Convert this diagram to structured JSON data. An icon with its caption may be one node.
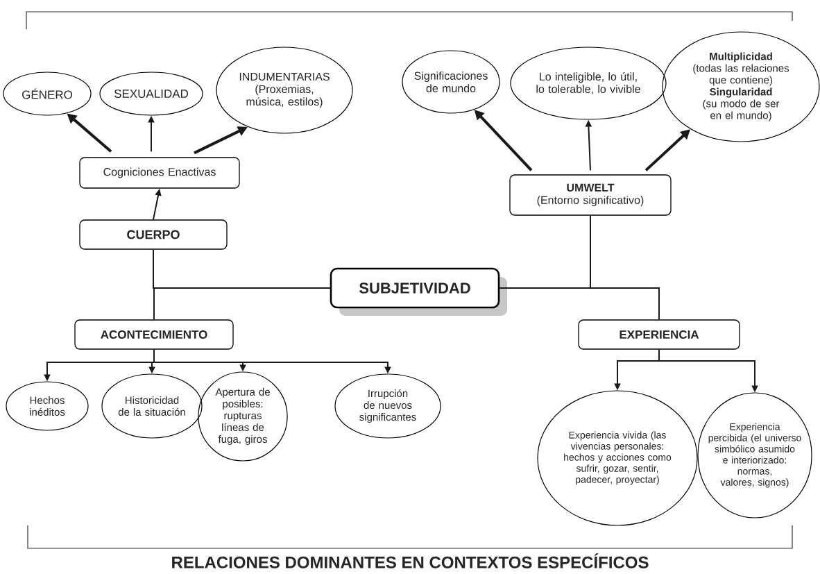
{
  "diagram": {
    "caption": "RELACIONES DOMINANTES EN CONTEXTOS ESPECÍFICOS",
    "nodes": [
      {
        "text": [
          "SUBJETIVIDAD"
        ]
      },
      {
        "text": [
          "CUERPO"
        ]
      },
      {
        "text": [
          "Cogniciones Enactivas"
        ]
      },
      {
        "text": [
          "GÉNERO"
        ]
      },
      {
        "text": [
          "SEXUALIDAD"
        ]
      },
      {
        "text": [
          "INDUMENTARIAS",
          "(Proxemias, música, estilos)"
        ]
      },
      {
        "text": [
          "UMWELT",
          "(Entorno significativo)"
        ]
      },
      {
        "text": [
          "Significaciones de mundo"
        ]
      },
      {
        "text": [
          "Lo inteligible, lo útil, lo tolerable, lo vivible"
        ]
      },
      {
        "text": [
          "Multiplicidad",
          "(todas las relaciones que contiene)",
          "Singularidad",
          "(su modo de ser en el mundo)"
        ]
      },
      {
        "text": [
          "ACONTECIMIENTO"
        ]
      },
      {
        "text": [
          "EXPERIENCIA"
        ]
      },
      {
        "text": [
          "Hechos inéditos"
        ]
      },
      {
        "text": [
          "Historicidad de la situación"
        ]
      },
      {
        "text": [
          "Apertura de posibles: rupturas líneas de fuga, giros"
        ]
      },
      {
        "text": [
          "Irrupción de nuevos significantes"
        ]
      },
      {
        "text": [
          "Experiencia vivida (las vivencias personales: hechos y acciones como sufrir, gozar, sentir, padecer, proyectar)"
        ]
      },
      {
        "text": [
          "Experiencia percibida (el universo simbólico asumido e interiorizado: normas, valores, signos)"
        ]
      }
    ],
    "edges": [
      {
        "from": 1,
        "to": 2,
        "arrow": "to"
      },
      {
        "from": 2,
        "to": 3,
        "arrow": "to",
        "style": "thick"
      },
      {
        "from": 2,
        "to": 4,
        "arrow": "to"
      },
      {
        "from": 2,
        "to": 5,
        "arrow": "to",
        "style": "thick"
      },
      {
        "from": 6,
        "to": 7,
        "arrow": "to",
        "style": "thick"
      },
      {
        "from": 6,
        "to": 8,
        "arrow": "to"
      },
      {
        "from": 6,
        "to": 9,
        "arrow": "to",
        "style": "thick"
      },
      {
        "from": 0,
        "to": 1,
        "arrow": "none"
      },
      {
        "from": 0,
        "to": 10,
        "arrow": "none"
      },
      {
        "from": 0,
        "to": 6,
        "arrow": "none"
      },
      {
        "from": 0,
        "to": 11,
        "arrow": "none"
      },
      {
        "from": 10,
        "to": 12,
        "arrow": "to"
      },
      {
        "from": 10,
        "to": 13,
        "arrow": "to"
      },
      {
        "from": 10,
        "to": 14,
        "arrow": "to"
      },
      {
        "from": 10,
        "to": 15,
        "arrow": "to"
      },
      {
        "from": 11,
        "to": 16,
        "arrow": "to"
      },
      {
        "from": 11,
        "to": 17,
        "arrow": "to"
      }
    ]
  }
}
